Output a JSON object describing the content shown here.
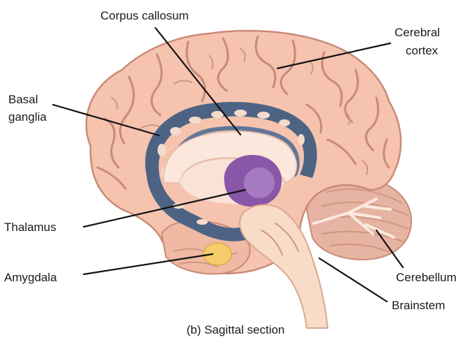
{
  "caption": "(b) Sagittal section",
  "labels": {
    "corpus_callosum": "Corpus callosum",
    "cerebral_cortex_line1": "Cerebral",
    "cerebral_cortex_line2": "cortex",
    "basal_ganglia_line1": "Basal",
    "basal_ganglia_line2": "ganglia",
    "thalamus": "Thalamus",
    "amygdala": "Amygdala",
    "cerebellum": "Cerebellum",
    "brainstem": "Brainstem"
  },
  "colors": {
    "cortex": "#f5c3ae",
    "cortex_dark": "#c98a78",
    "basal_ganglia": "#4d6384",
    "corpus_callosum": "#fbe7dc",
    "thalamus": "#8a56a8",
    "amygdala": "#f7cc6a",
    "brainstem": "#f8dcc8",
    "cerebellum": "#e7b3a3"
  }
}
